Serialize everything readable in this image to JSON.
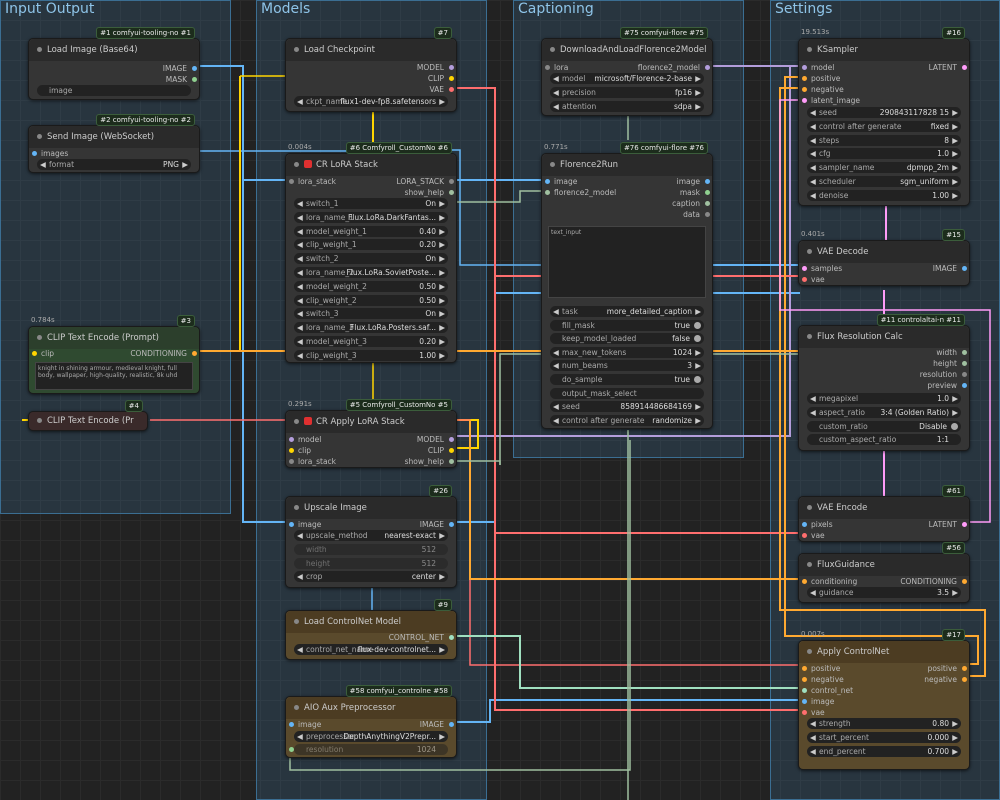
{
  "groups": [
    {
      "title": "Input Output"
    },
    {
      "title": "Models"
    },
    {
      "title": "Captioning"
    },
    {
      "title": "Settings"
    }
  ],
  "nodes": {
    "load_image": {
      "title": "Load Image (Base64)",
      "badge": "#1 comfyui-tooling-no #1",
      "outputs": [
        "IMAGE",
        "MASK"
      ],
      "widget": "image"
    },
    "send_image": {
      "title": "Send Image (WebSocket)",
      "badge": "#2 comfyui-tooling-no #2",
      "inputs": [
        "images"
      ],
      "w_format_l": "format",
      "w_format_v": "PNG"
    },
    "clip_text1": {
      "title": "CLIP Text Encode (Prompt)",
      "badge": "#3",
      "timing": "0.784s",
      "in": "clip",
      "out": "CONDITIONING",
      "text": "knight in shining armour, medieval knight, full body, wallpaper, high-quality, realistic, 8k uhd"
    },
    "clip_text2": {
      "title": "CLIP Text Encode (Pr",
      "badge": "#4"
    },
    "load_ckpt": {
      "title": "Load Checkpoint",
      "badge": "#7",
      "outputs": [
        "MODEL",
        "CLIP",
        "VAE"
      ],
      "w_l": "ckpt_name",
      "w_v": "flux1-dev-fp8.safetensors"
    },
    "lora_stack": {
      "title": "CR LoRA Stack",
      "badge": "#6 Comfyroll_CustomNo #6",
      "timing": "0.004s",
      "in": "lora_stack",
      "out1": "LORA_STACK",
      "out2": "show_help",
      "widgets": [
        [
          "switch_1",
          "On"
        ],
        [
          "lora_name_1",
          "Flux.LoRa.DarkFantas..."
        ],
        [
          "model_weight_1",
          "0.40"
        ],
        [
          "clip_weight_1",
          "0.20"
        ],
        [
          "switch_2",
          "On"
        ],
        [
          "lora_name_2",
          "Flux.LoRa.SovietPoste..."
        ],
        [
          "model_weight_2",
          "0.50"
        ],
        [
          "clip_weight_2",
          "0.50"
        ],
        [
          "switch_3",
          "On"
        ],
        [
          "lora_name_3",
          "Flux.LoRa.Posters.saf..."
        ],
        [
          "model_weight_3",
          "0.20"
        ],
        [
          "clip_weight_3",
          "1.00"
        ]
      ]
    },
    "apply_lora": {
      "title": "CR Apply LoRA Stack",
      "badge": "#5 Comfyroll_CustomNo #5",
      "timing": "0.291s",
      "inputs": [
        "model",
        "clip",
        "lora_stack"
      ],
      "outputs": [
        "MODEL",
        "CLIP",
        "show_help"
      ]
    },
    "upscale": {
      "title": "Upscale Image",
      "badge": "#26",
      "in": "image",
      "out": "IMAGE",
      "widgets": [
        [
          "upscale_method",
          "nearest-exact"
        ],
        [
          "width",
          "512"
        ],
        [
          "height",
          "512"
        ],
        [
          "crop",
          "center"
        ]
      ]
    },
    "cn_loader": {
      "title": "Load ControlNet Model",
      "badge": "#9",
      "out": "CONTROL_NET",
      "w_l": "control_net_name",
      "w_v": "flux-dev-controlnet..."
    },
    "aio": {
      "title": "AIO Aux Preprocessor",
      "badge": "#58 comfyui_controlne #58",
      "in": "image",
      "out": "IMAGE",
      "w1_l": "preprocessor",
      "w1_v": "DepthAnythingV2Prepr...",
      "w2_l": "resolution",
      "w2_v": "1024"
    },
    "florence_load": {
      "title": "DownloadAndLoadFlorence2Model",
      "badge": "#75 comfyui-flore #75",
      "in": "lora",
      "out": "florence2_model",
      "widgets": [
        [
          "model",
          "microsoft/Florence-2-base"
        ],
        [
          "precision",
          "fp16"
        ],
        [
          "attention",
          "sdpa"
        ]
      ]
    },
    "florence_run": {
      "title": "Florence2Run",
      "badge": "#76 comfyui-flore #76",
      "timing": "0.771s",
      "inputs": [
        "image",
        "florence2_model"
      ],
      "outputs": [
        "image",
        "mask",
        "caption",
        "data"
      ],
      "text": "text_input",
      "widgets": [
        [
          "task",
          "more_detailed_caption"
        ],
        [
          "fill_mask",
          "true"
        ],
        [
          "keep_model_loaded",
          "false"
        ],
        [
          "max_new_tokens",
          "1024"
        ],
        [
          "num_beams",
          "3"
        ],
        [
          "do_sample",
          "true"
        ],
        [
          "output_mask_select",
          ""
        ],
        [
          "seed",
          "858914486684169"
        ],
        [
          "control after generate",
          "randomize"
        ]
      ]
    },
    "ksampler": {
      "title": "KSampler",
      "badge": "#16",
      "timing": "19.513s",
      "inputs": [
        "model",
        "positive",
        "negative",
        "latent_image"
      ],
      "out": "LATENT",
      "widgets": [
        [
          "seed",
          "290843117828 15"
        ],
        [
          "control after generate",
          "fixed"
        ],
        [
          "steps",
          "8"
        ],
        [
          "cfg",
          "1.0"
        ],
        [
          "sampler_name",
          "dpmpp_2m"
        ],
        [
          "scheduler",
          "sgm_uniform"
        ],
        [
          "denoise",
          "1.00"
        ]
      ]
    },
    "vae_decode": {
      "title": "VAE Decode",
      "badge": "#15",
      "timing": "0.401s",
      "inputs": [
        "samples",
        "vae"
      ],
      "out": "IMAGE"
    },
    "flux_res": {
      "title": "Flux Resolution Calc",
      "badge": "#11 controlaltai-n #11",
      "outputs": [
        "width",
        "height",
        "resolution",
        "preview"
      ],
      "widgets": [
        [
          "megapixel",
          "1.0"
        ],
        [
          "aspect_ratio",
          "3:4 (Golden Ratio)"
        ],
        [
          "custom_ratio",
          "Disable"
        ],
        [
          "custom_aspect_ratio",
          "1:1"
        ]
      ]
    },
    "vae_encode": {
      "title": "VAE Encode",
      "badge": "#61",
      "inputs": [
        "pixels",
        "vae"
      ],
      "out": "LATENT"
    },
    "flux_guid": {
      "title": "FluxGuidance",
      "badge": "#56",
      "in": "conditioning",
      "out": "CONDITIONING",
      "w_l": "guidance",
      "w_v": "3.5"
    },
    "apply_cn": {
      "title": "Apply ControlNet",
      "badge": "#17",
      "timing": "0.007s",
      "inputs": [
        "positive",
        "negative",
        "control_net",
        "image",
        "vae"
      ],
      "outputs": [
        "positive",
        "negative"
      ],
      "widgets": [
        [
          "strength",
          "0.80"
        ],
        [
          "start_percent",
          "0.000"
        ],
        [
          "end_percent",
          "0.700"
        ]
      ]
    }
  },
  "colors": {
    "image": "#64b5f6",
    "model": "#b39ddb",
    "clip": "#ffd500",
    "vae": "#ff6e6e",
    "conditioning": "#ffa931",
    "latent": "#ff9cf9",
    "cn": "#a0e0c0",
    "lora": "#a0c0a0"
  }
}
